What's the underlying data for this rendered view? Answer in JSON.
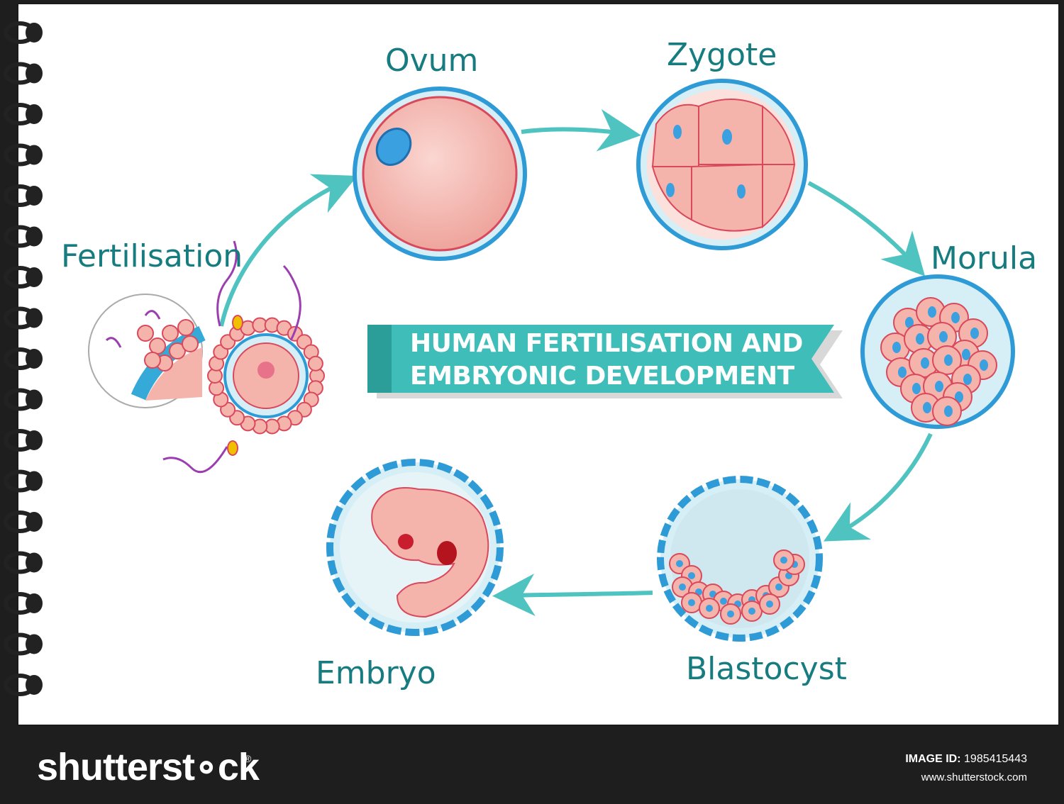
{
  "title": {
    "line1": "HUMAN FERTILISATION AND",
    "line2": "EMBRYONIC DEVELOPMENT"
  },
  "stages": {
    "fertilisation": "Fertilisation",
    "ovum": "Ovum",
    "zygote": "Zygote",
    "morula": "Morula",
    "blastocyst": "Blastocyst",
    "embryo": "Embryo"
  },
  "footer": {
    "brand": "shutterst∘ck",
    "reg": "®",
    "image_id_label": "IMAGE ID:",
    "image_id_value": "1985415443",
    "site": "www.shutterstock.com"
  },
  "colors": {
    "label_teal": "#167c80",
    "arrow_teal": "#4fc3c0",
    "banner_teal": "#3fbdb8",
    "cell_pink": "#f7c1bb",
    "membrane_blue": "#2e9bd6",
    "nucleus_blue": "#3aa0e0"
  }
}
